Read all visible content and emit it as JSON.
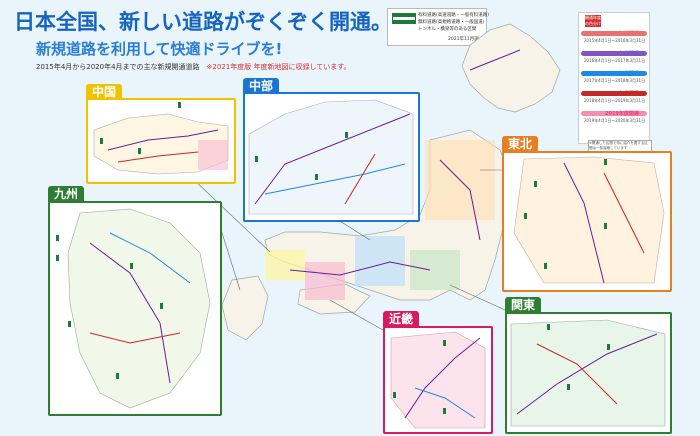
{
  "title": {
    "part1": "日本全国、",
    "part2": "新しい道路が",
    "part3": "ぞくぞく開通。"
  },
  "subtitle": "新規道路を利用して快適ドライブを!",
  "caption": {
    "main": "2015年4月から2020年4月までの主な新規開通道路",
    "note": "※2021年度版 年度新地図に収録しています。"
  },
  "legend": {
    "items": [
      "有料道路(高速道路・一般有料道路)",
      "無料道路(高規格道路・一般国道)",
      "トンネル・橋梁等のある区間"
    ],
    "footnote": "2021年11月調べ",
    "colors": {
      "toll": "#1d7a3c",
      "free": "#ffffff"
    }
  },
  "open_legend": {
    "header": "開通年度の色分け",
    "rows": [
      {
        "title": "2015年度開通",
        "date": "2015年4月1日〜2016年3月31日",
        "color": "#e57373"
      },
      {
        "title": "2016年度開通",
        "date": "2016年4月1日〜2017年3月31日",
        "color": "#7e57c2"
      },
      {
        "title": "2017年度開通",
        "date": "2017年4月1日〜2018年3月31日",
        "color": "#1e88e5"
      },
      {
        "title": "2018年度開通",
        "date": "2018年4月1日〜2019年3月31日",
        "color": "#c62828"
      },
      {
        "title": "2019年度開通",
        "date": "2019年4月1日〜2020年3月31日",
        "color": "#f48fb1"
      }
    ],
    "note": "※開通した区間で特に紹介を要する区間は一部省略しています"
  },
  "regions": {
    "chugoku": {
      "label": "中国",
      "color": "#f2c200"
    },
    "chubu": {
      "label": "中部",
      "color": "#1976d2"
    },
    "kyushu": {
      "label": "九州",
      "color": "#2e7d32"
    },
    "tohoku": {
      "label": "東北",
      "color": "#e67e22"
    },
    "kinki": {
      "label": "近畿",
      "color": "#d81b60"
    },
    "kanto": {
      "label": "関東",
      "color": "#2e7d32"
    }
  },
  "colors": {
    "title": "#1565c0",
    "subtitle": "#2a7fd4",
    "road_green": "#1d7a3c",
    "land": "#f7f3e8",
    "sea": "#eaf4fb"
  }
}
